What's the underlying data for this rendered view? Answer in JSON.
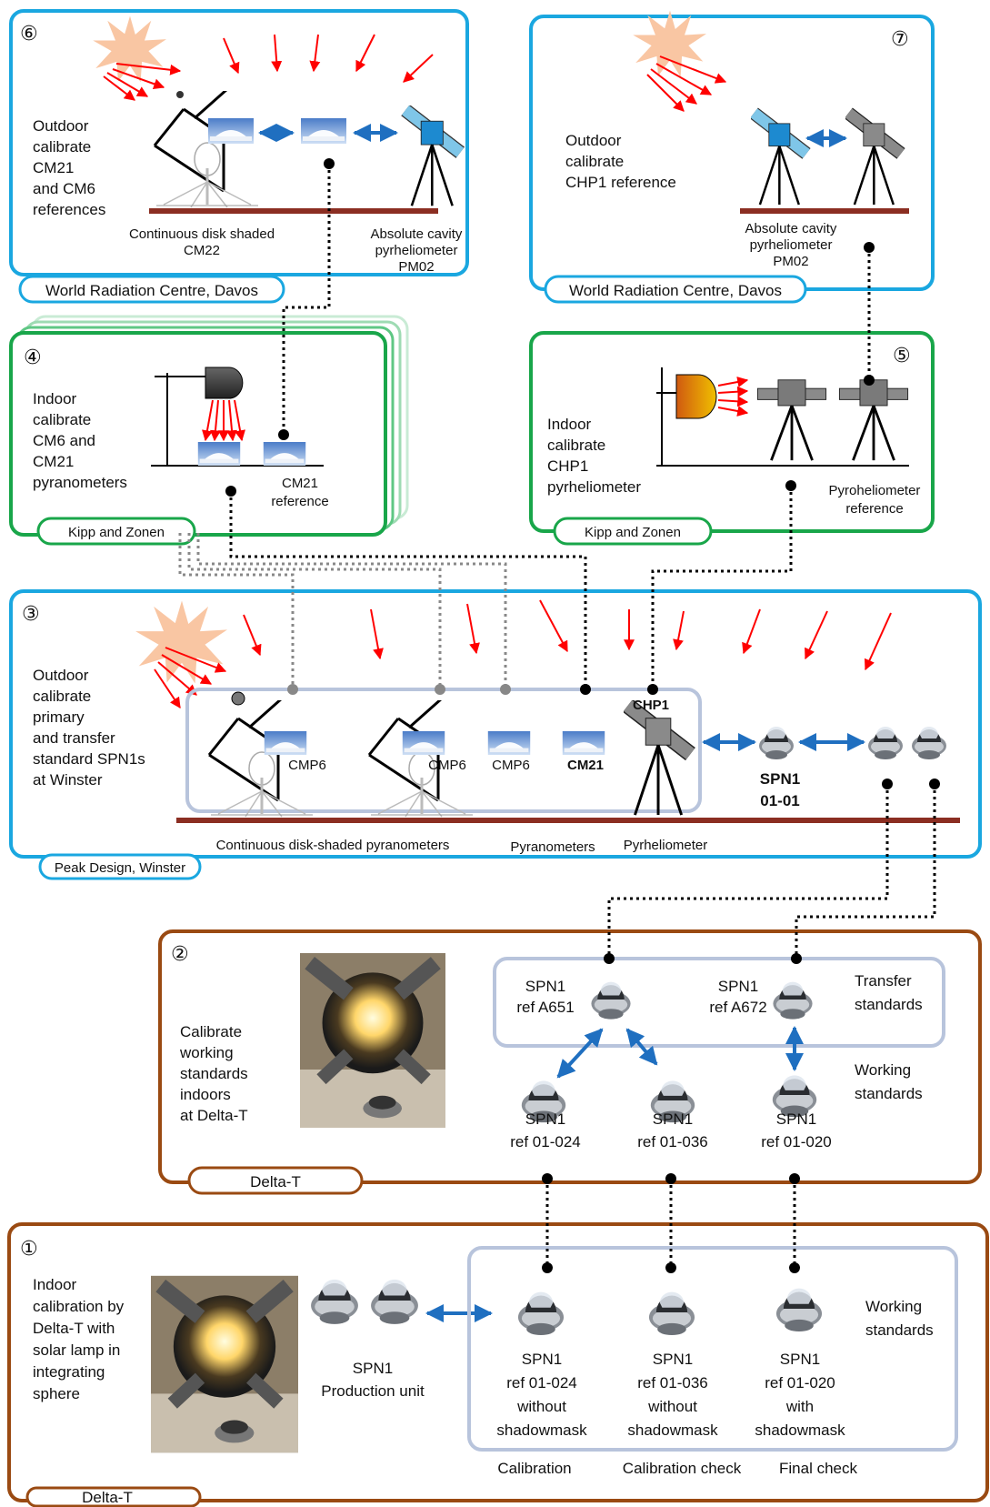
{
  "panels": {
    "p6": {
      "number": "⑥",
      "desc": [
        "Outdoor",
        "calibrate",
        "CM21",
        "and CM6",
        "references"
      ],
      "labels": {
        "shaded": [
          "Continuous disk shaded",
          "CM22"
        ],
        "cavity": [
          "Absolute cavity",
          "pyrheliometer",
          "PM02"
        ]
      },
      "tag": "World Radiation Centre, Davos"
    },
    "p7": {
      "number": "⑦",
      "desc": [
        "Outdoor",
        "calibrate",
        "CHP1 reference"
      ],
      "labels": {
        "cavity": [
          "Absolute cavity",
          "pyrheliometer",
          "PM02"
        ]
      },
      "tag": "World Radiation Centre, Davos"
    },
    "p4": {
      "number": "④",
      "desc": [
        "Indoor",
        "calibrate",
        "CM6 and",
        "CM21",
        "pyranometers"
      ],
      "labels": {
        "ref": [
          "CM21",
          "reference"
        ]
      },
      "tag": "Kipp and Zonen"
    },
    "p5": {
      "number": "⑤",
      "desc": [
        "Indoor",
        "calibrate",
        "CHP1",
        "pyrheliometer"
      ],
      "labels": {
        "ref": [
          "Pyroheliometer",
          "reference"
        ]
      },
      "tag": "Kipp and Zonen"
    },
    "p3": {
      "number": "③",
      "desc": [
        "Outdoor",
        "calibrate",
        "primary",
        "and transfer",
        "standard SPN1s",
        "at Winster"
      ],
      "labels": {
        "cmp6a": "CMP6",
        "cmp6b": "CMP6",
        "cmp6c": "CMP6",
        "cm21": "CM21",
        "chp1": "CHP1",
        "spn1": [
          "SPN1",
          "01-01"
        ],
        "shadedPyr": "Continuous disk-shaded pyranometers",
        "pyranometers": "Pyranometers",
        "pyrheliometer": "Pyrheliometer"
      },
      "tag": "Peak Design, Winster"
    },
    "p2": {
      "number": "②",
      "desc": [
        "Calibrate",
        "working",
        "standards",
        "indoors",
        "at Delta-T"
      ],
      "labels": {
        "a651": [
          "SPN1",
          "ref A651"
        ],
        "a672": [
          "SPN1",
          "ref A672"
        ],
        "transfer": [
          "Transfer",
          "standards"
        ],
        "working": [
          "Working",
          "standards"
        ],
        "w024": [
          "SPN1",
          "ref 01-024"
        ],
        "w036": [
          "SPN1",
          "ref 01-036"
        ],
        "w020": [
          "SPN1",
          "ref 01-020"
        ]
      },
      "tag": "Delta-T"
    },
    "p1": {
      "number": "①",
      "desc": [
        "Indoor",
        "calibration by",
        "Delta-T with",
        "solar lamp in",
        "integrating",
        "sphere"
      ],
      "labels": {
        "production": [
          "SPN1",
          "Production unit"
        ],
        "working": [
          "Working",
          "standards"
        ],
        "c024": [
          "SPN1",
          "ref 01-024",
          "without",
          "shadowmask"
        ],
        "c036": [
          "SPN1",
          "ref 01-036",
          "without",
          "shadowmask"
        ],
        "c020": [
          "SPN1",
          "ref 01-020",
          "with",
          "shadowmask"
        ],
        "calibration": "Calibration",
        "calcheck": "Calibration check",
        "final": "Final check"
      },
      "tag": "Delta-T"
    }
  },
  "colors": {
    "wrc": "#1aa7e0",
    "kipp": "#19a64a",
    "peak": "#1aa7e0",
    "deltat": "#9a4a12",
    "inner": "#b8c4dc",
    "ground": "#8b2e22",
    "ray": "#ff0000",
    "arrow": "#1f6fc0",
    "sun": "#f8c4a0"
  }
}
